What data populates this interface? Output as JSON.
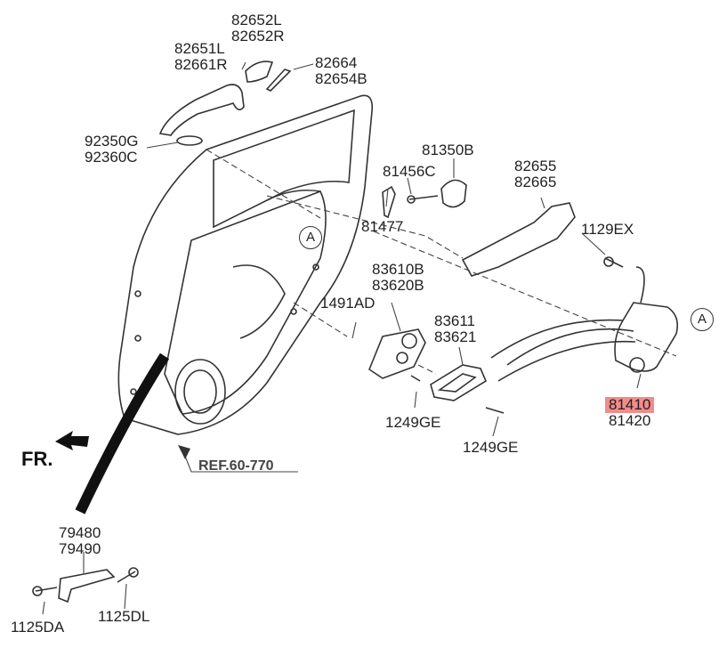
{
  "parts": {
    "cap_l_r": [
      "82652L",
      "82652R"
    ],
    "handle_l_r": [
      "82651L",
      "82661R"
    ],
    "pad": [
      "82664",
      "82654B"
    ],
    "lamp": [
      "92350G",
      "92360C"
    ],
    "striker": "81350B",
    "screw_81456c": "81456C",
    "bolt_81477": "81477",
    "bracket": [
      "82655",
      "82665"
    ],
    "bolt_1129ex": "1129EX",
    "inside_handle": [
      "83610B",
      "83620B"
    ],
    "clip": "1491AD",
    "bezel": [
      "83611",
      "83621"
    ],
    "screw_1249ge_a": "1249GE",
    "screw_1249ge_b": "1249GE",
    "latch": [
      "81410",
      "81420"
    ],
    "checker": [
      "79480",
      "79490"
    ],
    "bolt_1125da": "1125DA",
    "bolt_1125dl": "1125DL"
  },
  "ref_label": "REF.60-770",
  "front_label": "FR.",
  "callout_letter": "A",
  "colors": {
    "highlight": "#f28b8b",
    "line": "#333333"
  }
}
